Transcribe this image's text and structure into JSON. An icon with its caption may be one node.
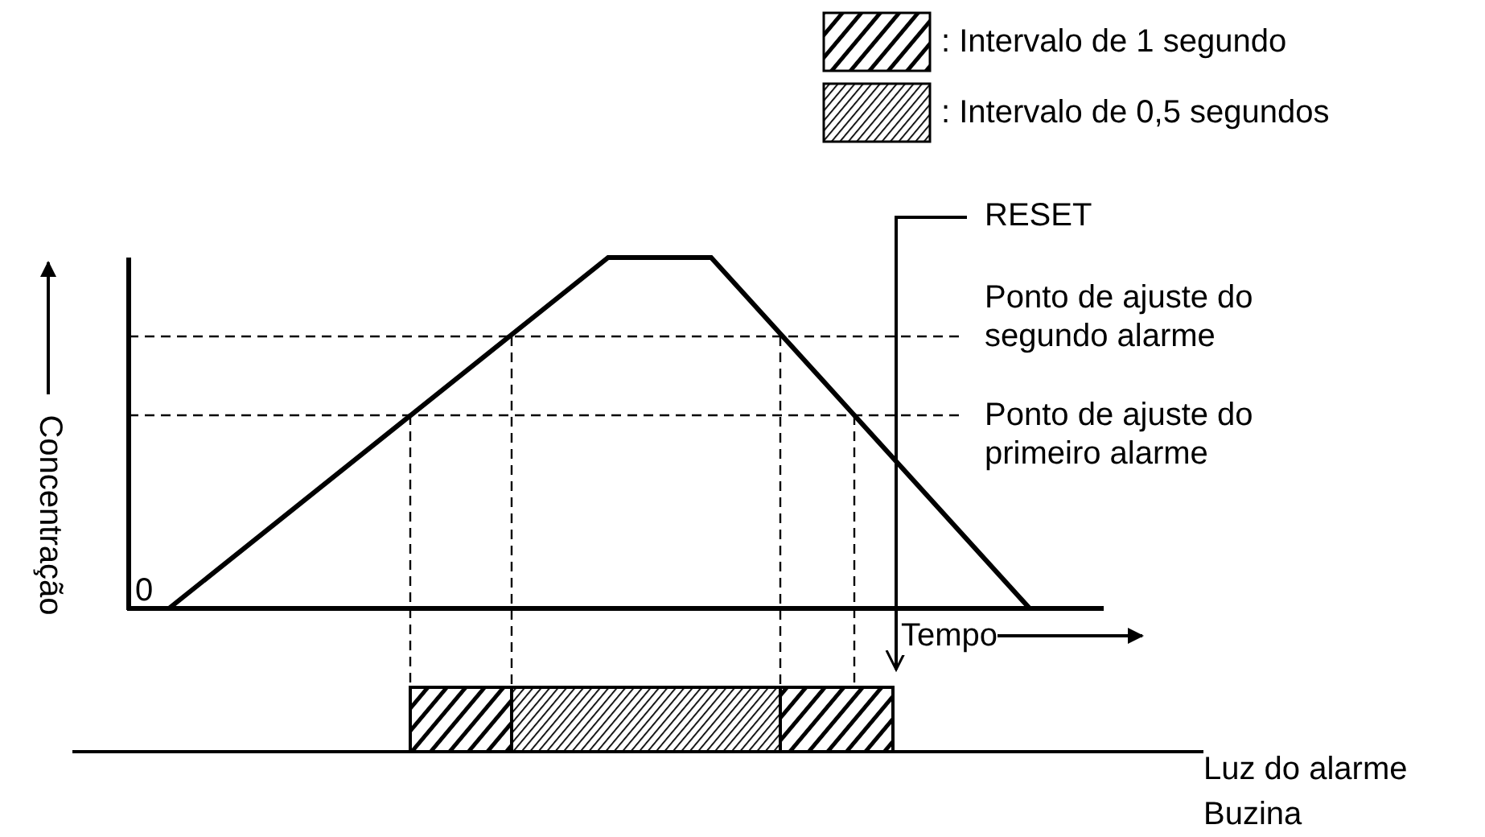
{
  "diagram": {
    "labels": [
      "RESET",
      "Ponto de ajuste do segundo alarme",
      "Ponto de ajuste do primeiro alarme",
      "Concentração",
      "0",
      "Tempo",
      "Luz do alarme",
      "Buzina"
    ],
    "legend": [
      {
        "text": ": Intervalo de 1 segundo"
      },
      {
        "text": ": Intervalo de 0,5 segundos"
      }
    ]
  }
}
